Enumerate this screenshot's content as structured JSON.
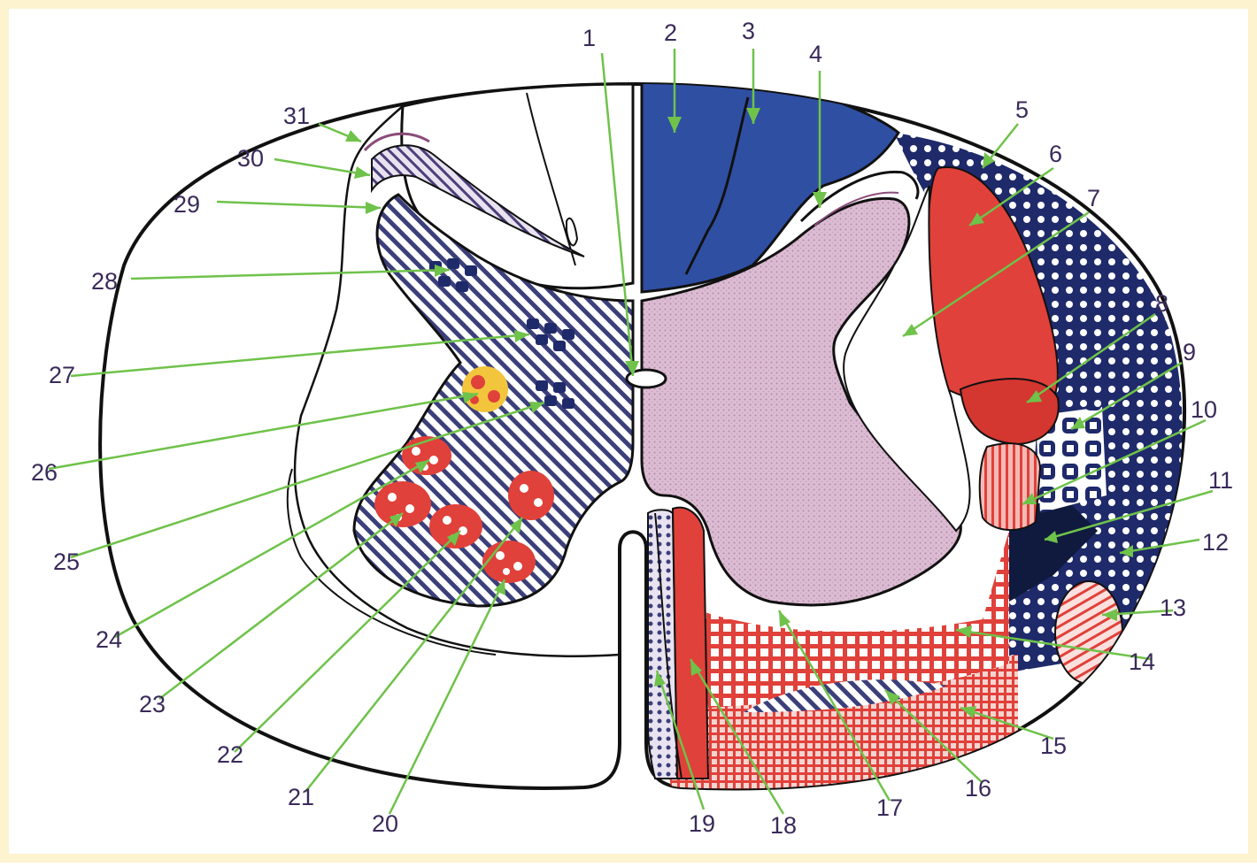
{
  "colors": {
    "background": "#ffffff",
    "frame": "#fdf3cf",
    "outline": "#111111",
    "dorsal_columns_blue": "#2f4fa3",
    "grey_matter_pink": "#d9b7cf",
    "tract_red": "#e0413a",
    "dot_navy": "#1f2a6b",
    "pointer_green": "#6fc24a",
    "label_text": "#3a2a5a",
    "nucleus_yellow": "#f2c53d"
  },
  "labels": [
    "1",
    "2",
    "3",
    "4",
    "5",
    "6",
    "7",
    "8",
    "9",
    "10",
    "11",
    "12",
    "13",
    "14",
    "15",
    "16",
    "17",
    "18",
    "19",
    "20",
    "21",
    "22",
    "23",
    "24",
    "25",
    "26",
    "27",
    "28",
    "29",
    "30",
    "31"
  ]
}
